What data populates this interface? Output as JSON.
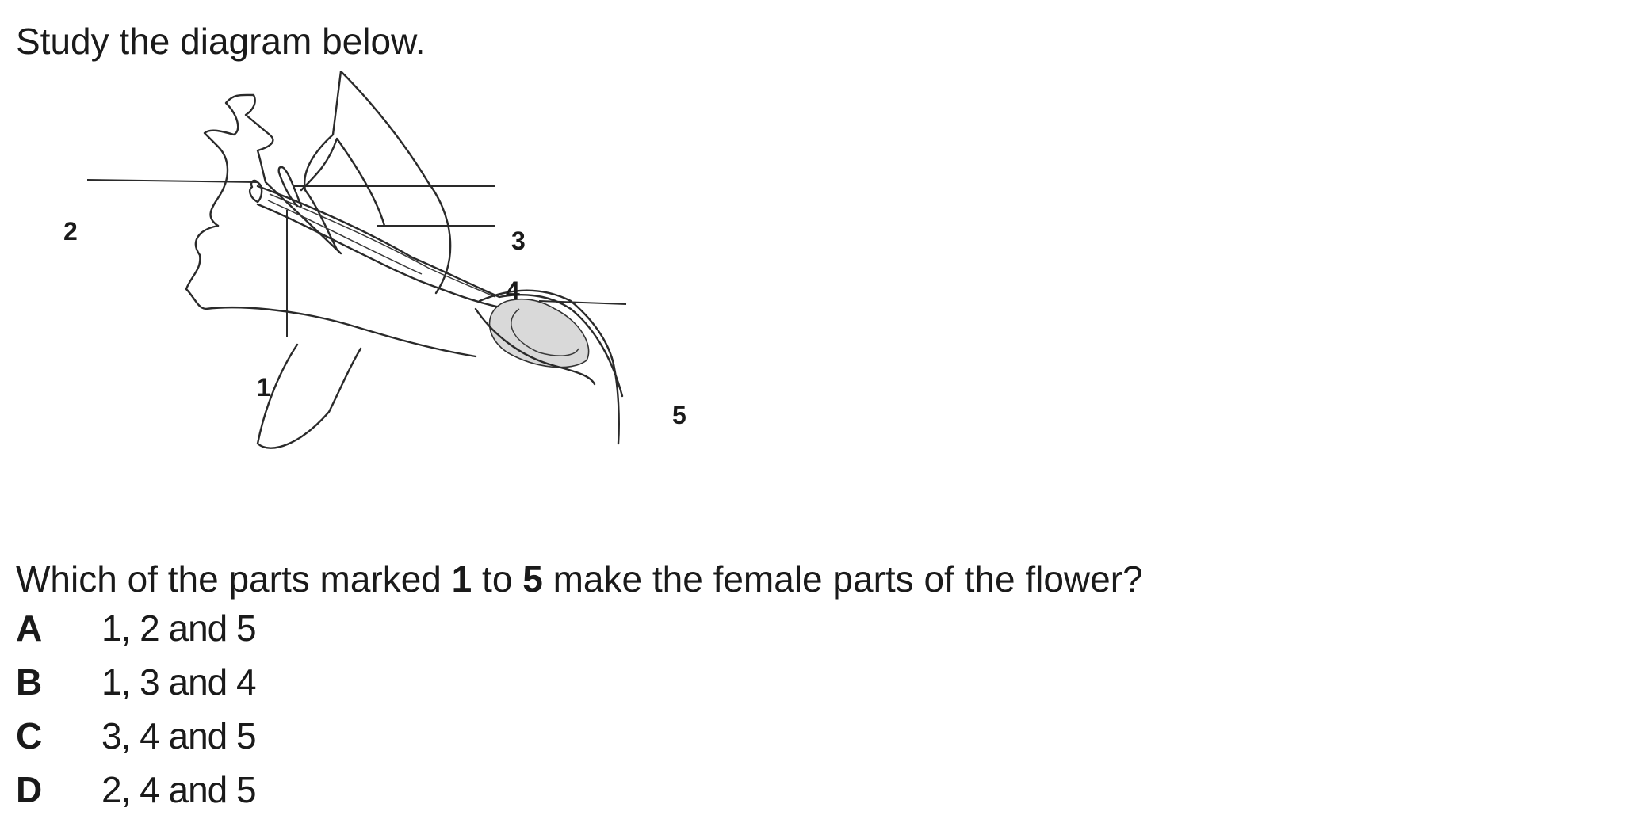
{
  "instruction": "Study the diagram below.",
  "diagram": {
    "labels": [
      "1",
      "2",
      "3",
      "4",
      "5"
    ]
  },
  "question": {
    "prefix": "Which of the parts marked ",
    "num_start": "1",
    "middle": " to ",
    "num_end": "5",
    "suffix": " make the female parts of the flower?"
  },
  "options": [
    {
      "letter": "A",
      "text": "1, 2 and 5"
    },
    {
      "letter": "B",
      "text": "1, 3 and 4"
    },
    {
      "letter": "C",
      "text": "3, 4 and 5"
    },
    {
      "letter": "D",
      "text": "2, 4 and 5"
    }
  ]
}
